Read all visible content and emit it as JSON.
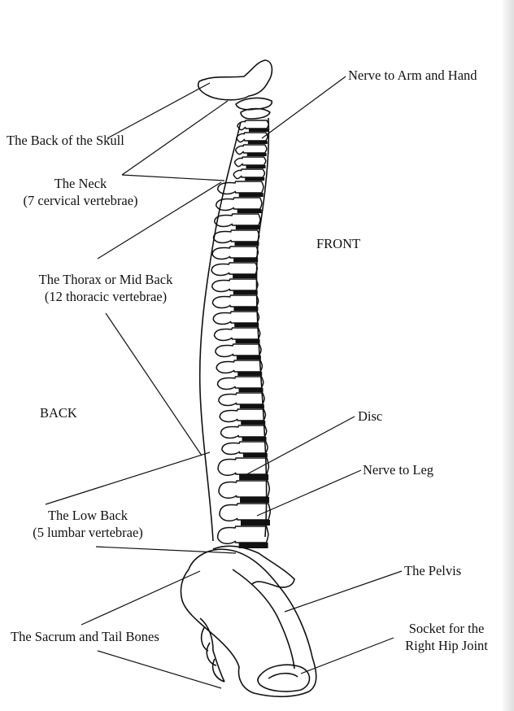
{
  "labels": {
    "nerve_arm": "Nerve to Arm and Hand",
    "skull": "The Back of the Skull",
    "neck_title": "The Neck",
    "neck_sub": "(7 cervical vertebrae)",
    "front": "FRONT",
    "thorax_title": "The Thorax or Mid Back",
    "thorax_sub": "(12 thoracic vertebrae)",
    "back": "BACK",
    "disc": "Disc",
    "nerve_leg": "Nerve to Leg",
    "lowback_title": "The Low Back",
    "lowback_sub": "(5 lumbar vertebrae)",
    "pelvis": "The Pelvis",
    "sacrum": "The Sacrum and Tail Bones",
    "socket_line1": "Socket for the",
    "socket_line2": "Right Hip Joint"
  }
}
